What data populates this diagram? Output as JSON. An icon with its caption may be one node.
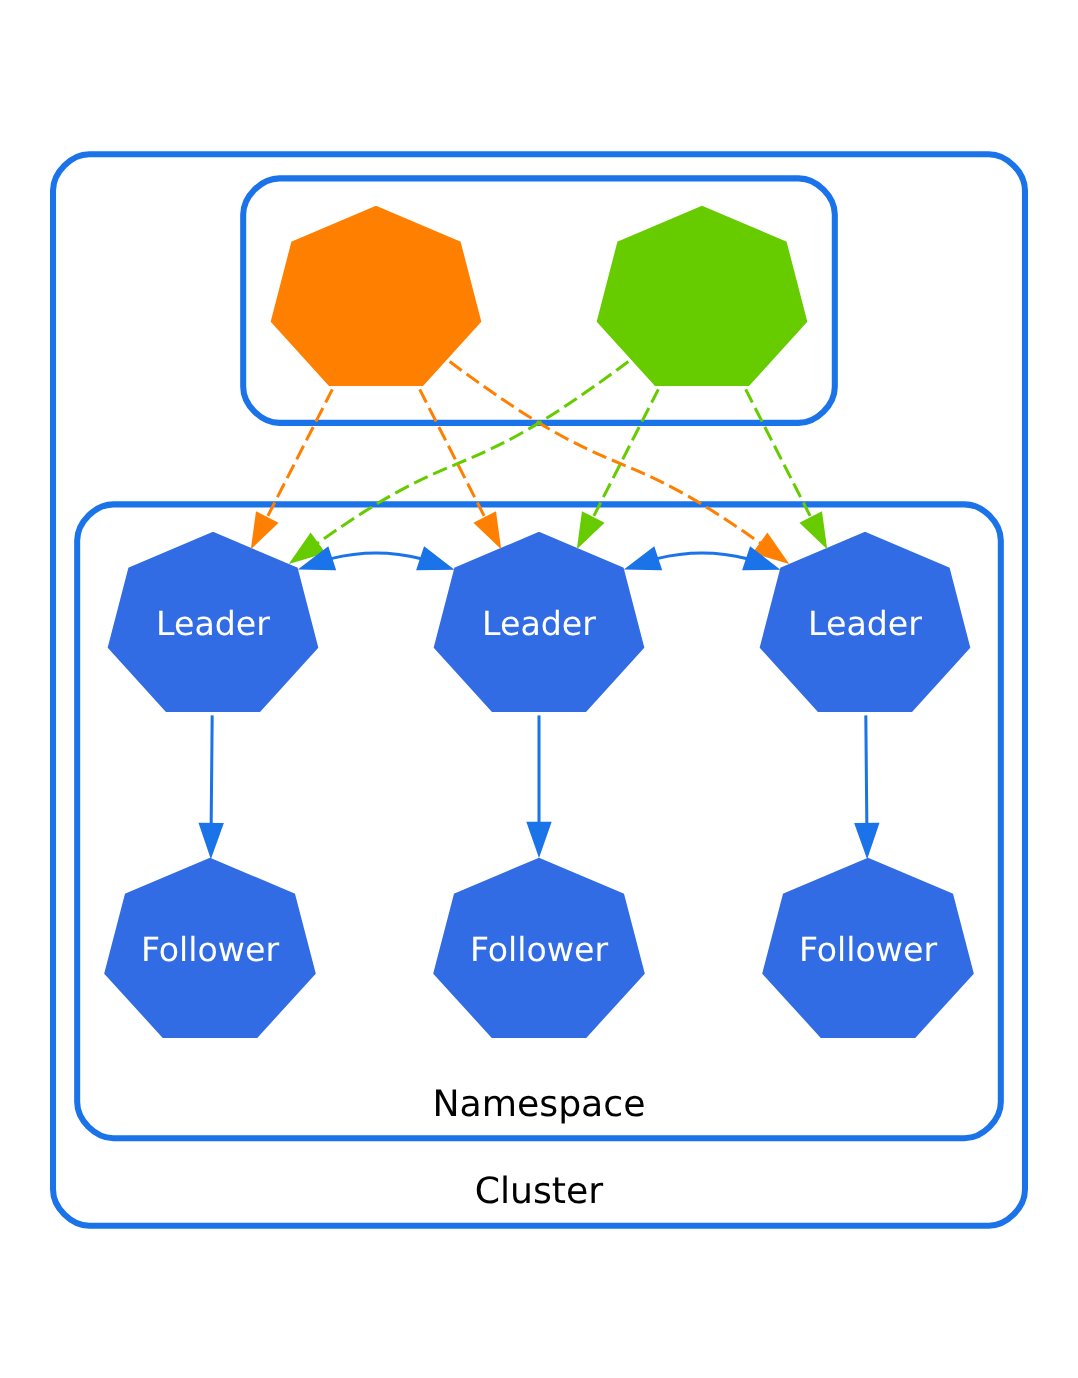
{
  "diagram": {
    "nodes": [
      {
        "text": [
          "Cluster"
        ]
      },
      {
        "text": [],
        "shape": "box",
        "in": 0
      },
      {
        "text": [],
        "shape": "heptagon",
        "in": 1
      },
      {
        "text": [],
        "shape": "heptagon",
        "in": 1
      },
      {
        "text": [
          "Namespace"
        ],
        "in": 0
      },
      {
        "text": [
          "Leader"
        ],
        "in": 4
      },
      {
        "text": [
          "Leader"
        ],
        "in": 4
      },
      {
        "text": [
          "Leader"
        ],
        "in": 4
      },
      {
        "text": [
          "Follower"
        ],
        "in": 4
      },
      {
        "text": [
          "Follower"
        ],
        "in": 4
      },
      {
        "text": [
          "Follower"
        ],
        "in": 4
      }
    ],
    "edges": [
      {
        "from": 2,
        "to": 5,
        "arrow": "to",
        "style": "dashed",
        "color": "#ff8000"
      },
      {
        "from": 2,
        "to": 6,
        "arrow": "to",
        "style": "dashed",
        "color": "#ff8000"
      },
      {
        "from": 2,
        "to": 7,
        "arrow": "to",
        "style": "dashed",
        "color": "#ff8000"
      },
      {
        "from": 3,
        "to": 5,
        "arrow": "to",
        "style": "dashed",
        "color": "#66cc00"
      },
      {
        "from": 3,
        "to": 6,
        "arrow": "to",
        "style": "dashed",
        "color": "#66cc00"
      },
      {
        "from": 3,
        "to": 7,
        "arrow": "to",
        "style": "dashed",
        "color": "#66cc00"
      },
      {
        "from": 5,
        "to": 6,
        "arrow": "both",
        "color": "#1a73e8"
      },
      {
        "from": 6,
        "to": 7,
        "arrow": "both",
        "color": "#1a73e8"
      },
      {
        "from": 5,
        "to": 8,
        "arrow": "to",
        "color": "#1a73e8"
      },
      {
        "from": 6,
        "to": 9,
        "arrow": "to",
        "color": "#1a73e8"
      },
      {
        "from": 7,
        "to": 10,
        "arrow": "to",
        "color": "#1a73e8"
      }
    ]
  }
}
